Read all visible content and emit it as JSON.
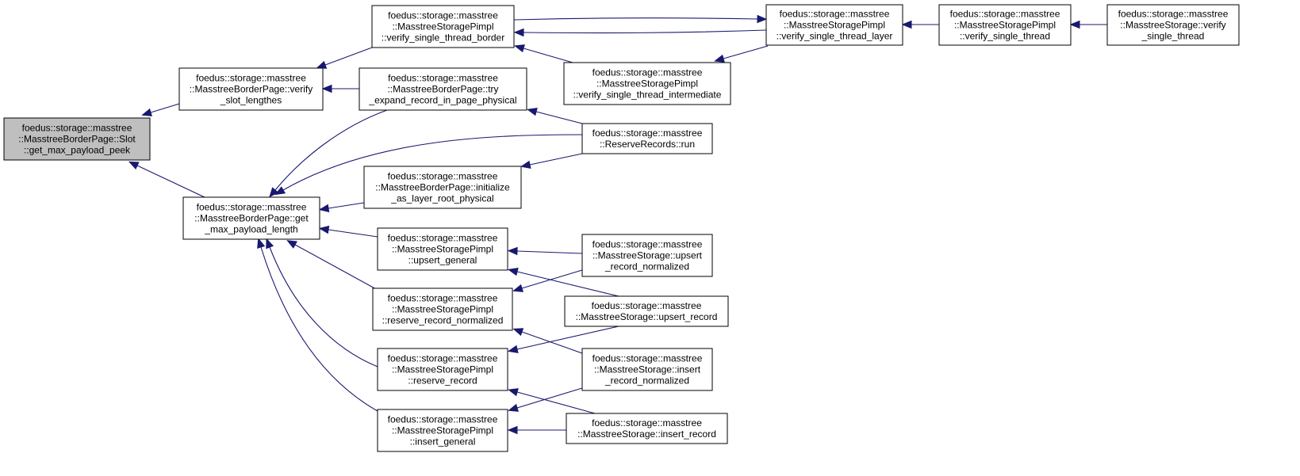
{
  "graph": {
    "type": "caller-graph",
    "nodes": [
      {
        "id": "n0",
        "name": "node-slot-get-max-payload-peek",
        "root": true,
        "lines": [
          "foedus::storage::masstree",
          "::MasstreeBorderPage::Slot",
          "::get_max_payload_peek"
        ]
      },
      {
        "id": "n1",
        "name": "node-verify-slot-lengthes",
        "lines": [
          "foedus::storage::masstree",
          "::MasstreeBorderPage::verify",
          "_slot_lengthes"
        ]
      },
      {
        "id": "n2",
        "name": "node-get-max-payload-length",
        "lines": [
          "foedus::storage::masstree",
          "::MasstreeBorderPage::get",
          "_max_payload_length"
        ]
      },
      {
        "id": "n3",
        "name": "node-verify-single-thread-border",
        "lines": [
          "foedus::storage::masstree",
          "::MasstreeStoragePimpl",
          "::verify_single_thread_border"
        ]
      },
      {
        "id": "n4",
        "name": "node-try-expand-record-in-page-physical",
        "lines": [
          "foedus::storage::masstree",
          "::MasstreeBorderPage::try",
          "_expand_record_in_page_physical"
        ]
      },
      {
        "id": "n5",
        "name": "node-verify-single-thread-layer",
        "lines": [
          "foedus::storage::masstree",
          "::MasstreeStoragePimpl",
          "::verify_single_thread_layer"
        ]
      },
      {
        "id": "n6",
        "name": "node-verify-single-thread-intermediate",
        "lines": [
          "foedus::storage::masstree",
          "::MasstreeStoragePimpl",
          "::verify_single_thread_intermediate"
        ]
      },
      {
        "id": "n7",
        "name": "node-pimpl-verify-single-thread",
        "lines": [
          "foedus::storage::masstree",
          "::MasstreeStoragePimpl",
          "::verify_single_thread"
        ]
      },
      {
        "id": "n8",
        "name": "node-storage-verify-single-thread",
        "lines": [
          "foedus::storage::masstree",
          "::MasstreeStorage::verify",
          "_single_thread"
        ]
      },
      {
        "id": "n9",
        "name": "node-reserve-records-run",
        "lines": [
          "foedus::storage::masstree",
          "::ReserveRecords::run"
        ]
      },
      {
        "id": "n10",
        "name": "node-initialize-as-layer-root-physical",
        "lines": [
          "foedus::storage::masstree",
          "::MasstreeBorderPage::initialize",
          "_as_layer_root_physical"
        ]
      },
      {
        "id": "n11",
        "name": "node-upsert-general",
        "lines": [
          "foedus::storage::masstree",
          "::MasstreeStoragePimpl",
          "::upsert_general"
        ]
      },
      {
        "id": "n12",
        "name": "node-reserve-record-normalized",
        "lines": [
          "foedus::storage::masstree",
          "::MasstreeStoragePimpl",
          "::reserve_record_normalized"
        ]
      },
      {
        "id": "n13",
        "name": "node-reserve-record",
        "lines": [
          "foedus::storage::masstree",
          "::MasstreeStoragePimpl",
          "::reserve_record"
        ]
      },
      {
        "id": "n14",
        "name": "node-insert-general",
        "lines": [
          "foedus::storage::masstree",
          "::MasstreeStoragePimpl",
          "::insert_general"
        ]
      },
      {
        "id": "n15",
        "name": "node-upsert-record-normalized",
        "lines": [
          "foedus::storage::masstree",
          "::MasstreeStorage::upsert",
          "_record_normalized"
        ]
      },
      {
        "id": "n16",
        "name": "node-upsert-record",
        "lines": [
          "foedus::storage::masstree",
          "::MasstreeStorage::upsert_record"
        ]
      },
      {
        "id": "n17",
        "name": "node-insert-record-normalized",
        "lines": [
          "foedus::storage::masstree",
          "::MasstreeStorage::insert",
          "_record_normalized"
        ]
      },
      {
        "id": "n18",
        "name": "node-insert-record",
        "lines": [
          "foedus::storage::masstree",
          "::MasstreeStorage::insert_record"
        ]
      }
    ],
    "edges": [
      {
        "from": "n1",
        "to": "n0"
      },
      {
        "from": "n2",
        "to": "n0"
      },
      {
        "from": "n3",
        "to": "n1"
      },
      {
        "from": "n4",
        "to": "n1"
      },
      {
        "from": "n5",
        "to": "n3"
      },
      {
        "from": "n3",
        "to": "n5"
      },
      {
        "from": "n6",
        "to": "n3"
      },
      {
        "from": "n6",
        "to": "n5"
      },
      {
        "from": "n7",
        "to": "n5"
      },
      {
        "from": "n8",
        "to": "n7"
      },
      {
        "from": "n9",
        "to": "n4"
      },
      {
        "from": "n9",
        "to": "n10"
      },
      {
        "from": "n4",
        "to": "n2"
      },
      {
        "from": "n9",
        "to": "n2"
      },
      {
        "from": "n10",
        "to": "n2"
      },
      {
        "from": "n11",
        "to": "n2"
      },
      {
        "from": "n12",
        "to": "n2"
      },
      {
        "from": "n13",
        "to": "n2"
      },
      {
        "from": "n14",
        "to": "n2"
      },
      {
        "from": "n15",
        "to": "n11"
      },
      {
        "from": "n16",
        "to": "n11"
      },
      {
        "from": "n15",
        "to": "n12"
      },
      {
        "from": "n17",
        "to": "n12"
      },
      {
        "from": "n16",
        "to": "n13"
      },
      {
        "from": "n18",
        "to": "n13"
      },
      {
        "from": "n17",
        "to": "n14"
      },
      {
        "from": "n18",
        "to": "n14"
      }
    ]
  }
}
